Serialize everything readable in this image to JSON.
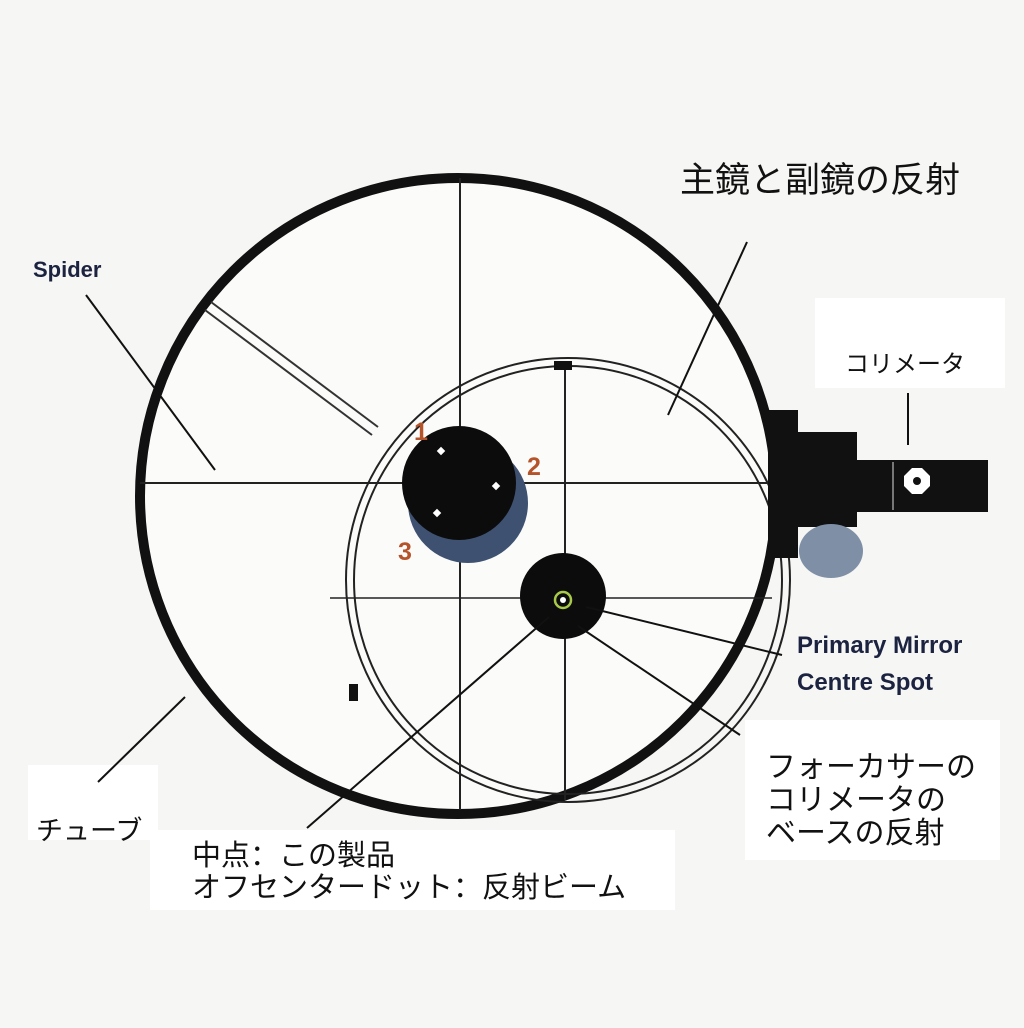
{
  "labels": {
    "reflection": "主鏡と副鏡の反射",
    "spider": "Spider",
    "collimator": "コリメータ",
    "primary_spot_line1": "Primary Mirror",
    "primary_spot_line2": "Centre Spot",
    "focuser_line1": "フォーカサーの",
    "focuser_line2": "コリメータの",
    "focuser_line3": "ベースの反射",
    "tube": "チューブ",
    "center_line1": "中点：この製品",
    "center_line2": "オフセンタードット：反射ビーム"
  },
  "numbers": [
    "1",
    "2",
    "3"
  ],
  "colors": {
    "outline": "#111111",
    "number_color": "#b5542a",
    "secondary_shadow": "#3e5171",
    "knob": "#7e8fa6"
  }
}
